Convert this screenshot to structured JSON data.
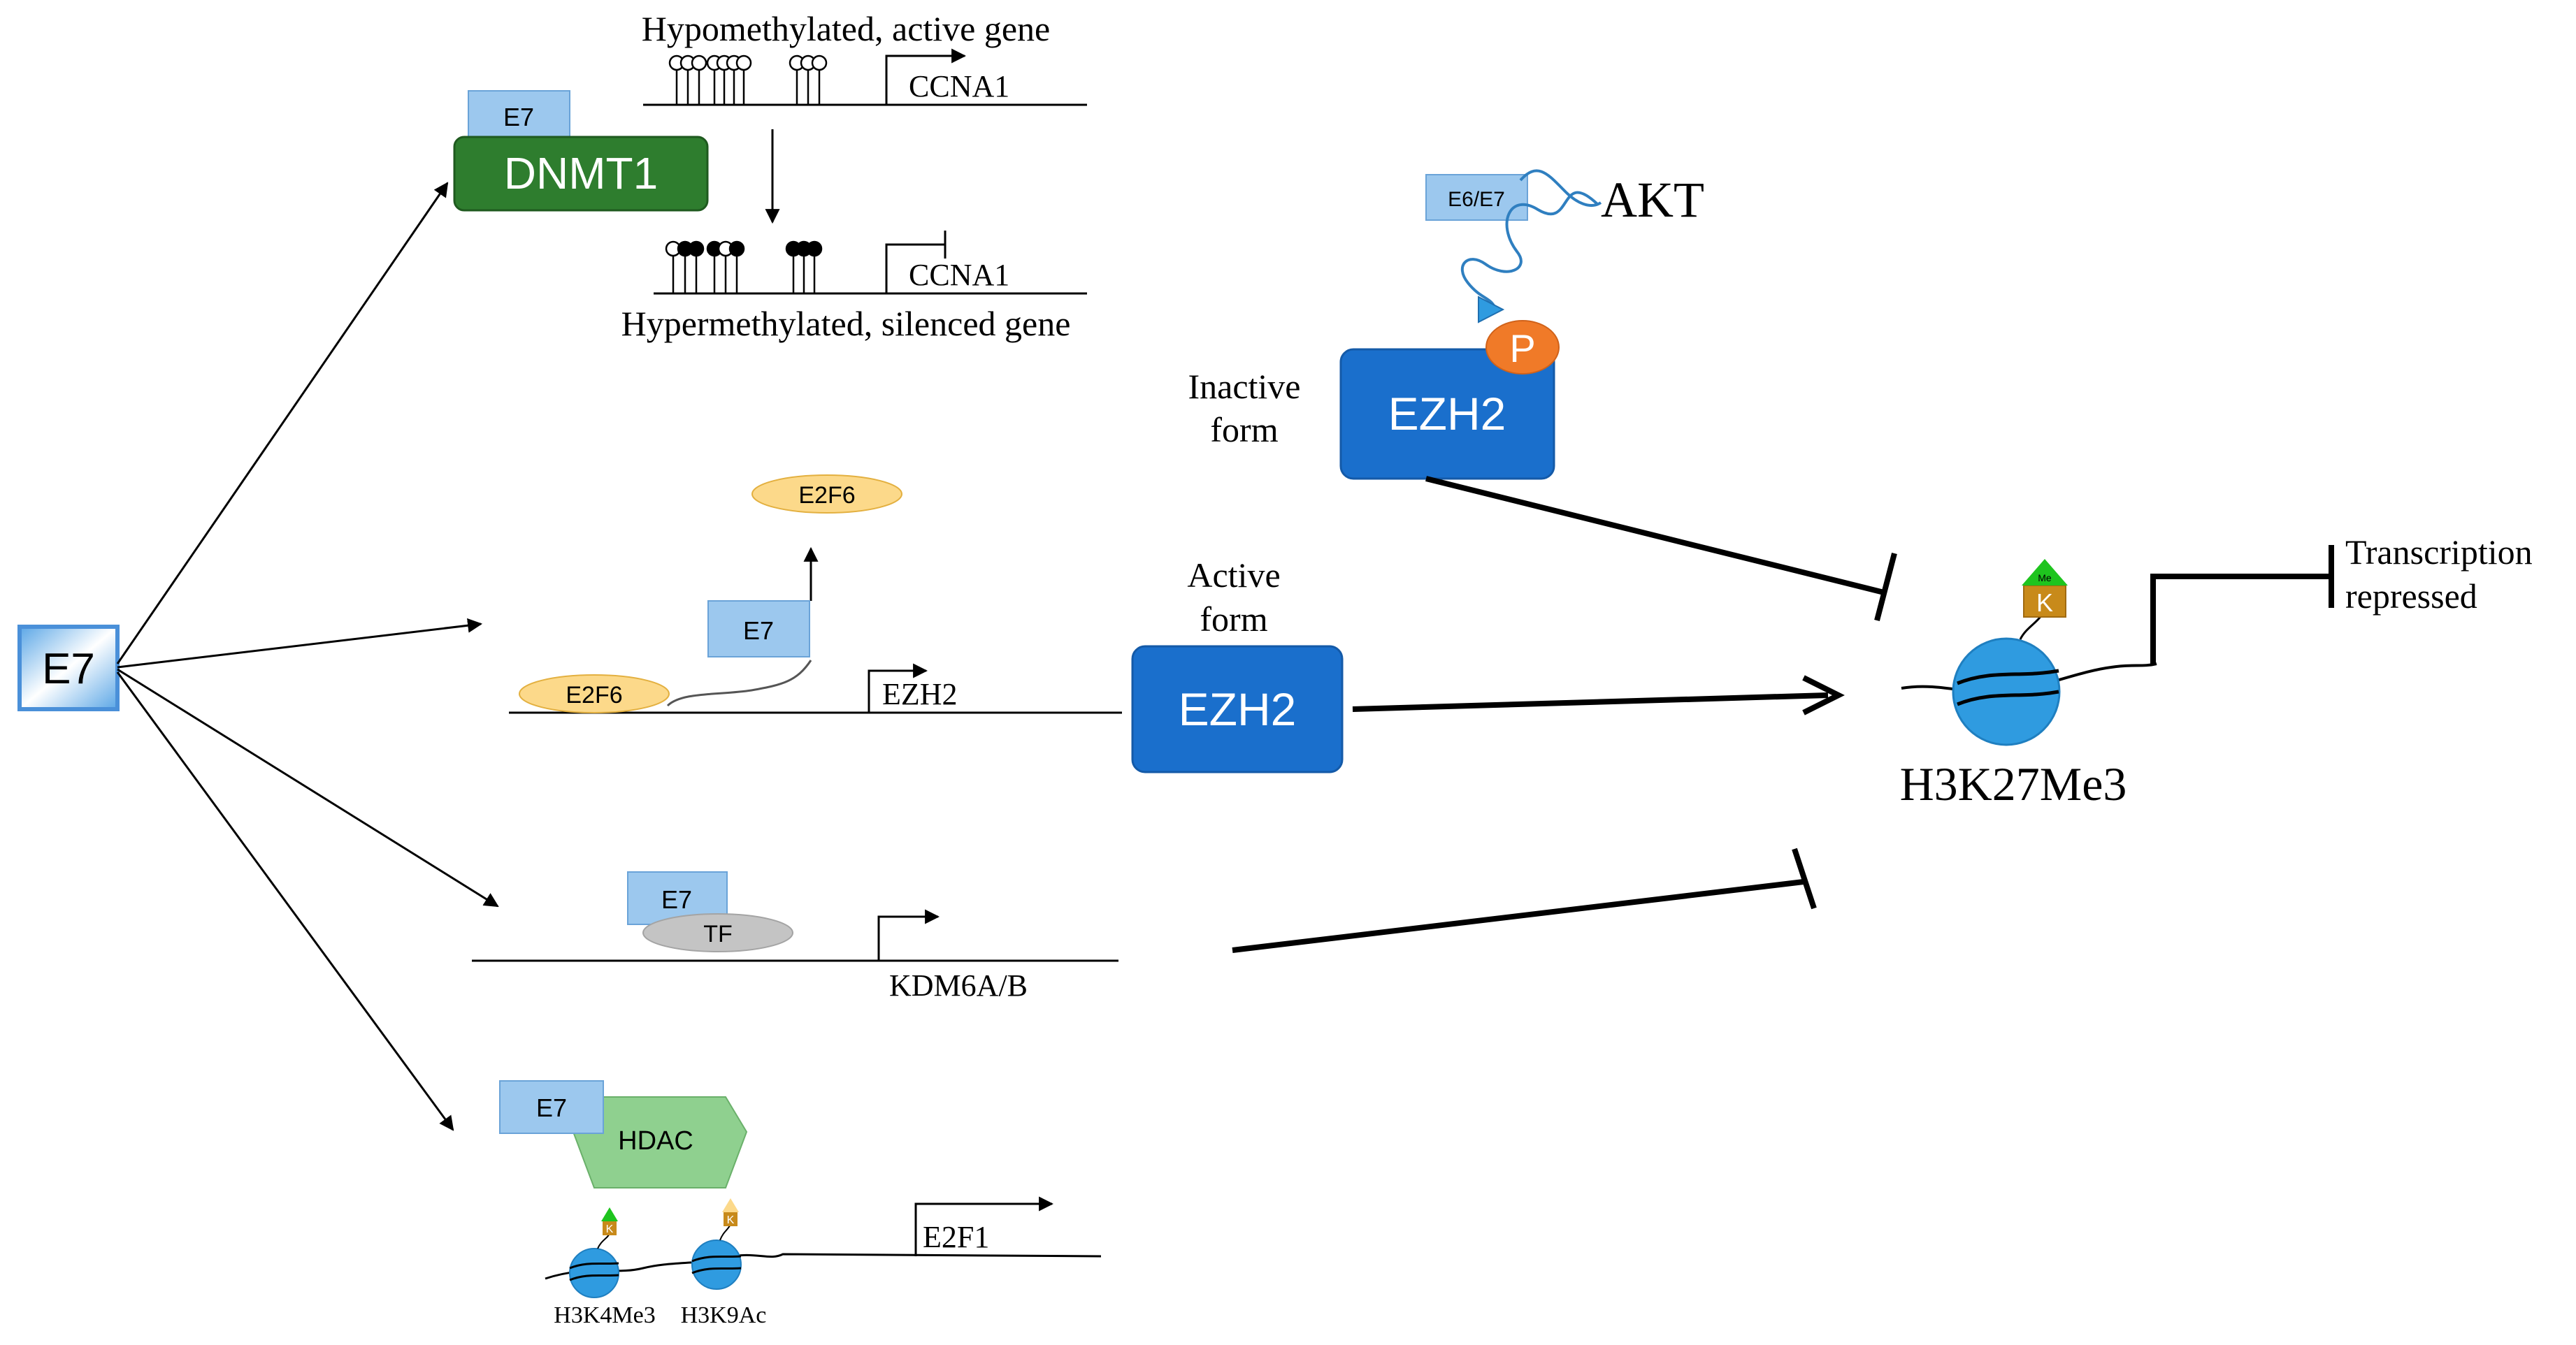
{
  "labels": {
    "e7_main": "E7",
    "hypomethylated": "Hypomethylated, active gene",
    "ccna1_top": "CCNA1",
    "ccna1_bottom": "CCNA1",
    "hypermethylated": "Hypermethylated, silenced gene",
    "e7_dnmt": "E7",
    "dnmt1": "DNMT1",
    "e6e7": "E6/E7",
    "akt": "AKT",
    "p": "P",
    "inactive_form": [
      "Inactive",
      "form"
    ],
    "ezh2_inactive": "EZH2",
    "e2f6_top": "E2F6",
    "e2f6_bottom": "E2F6",
    "e7_ezh2row": "E7",
    "ezh2_gene": "EZH2",
    "active_form": [
      "Active",
      "form"
    ],
    "ezh2_active": "EZH2",
    "e7_kdm": "E7",
    "tf": "TF",
    "kdm6ab": "KDM6A/B",
    "e7_hdac": "E7",
    "hdac": "HDAC",
    "e2f1": "E2F1",
    "h3k4me3": "H3K4Me3",
    "h3k9ac": "H3K9Ac",
    "k_small_1": "K",
    "k_small_2": "K",
    "k_big": "K",
    "me": "Me",
    "h3k27me3": "H3K27Me3",
    "transcription_repressed": [
      "Transcription",
      "repressed"
    ]
  },
  "colors": {
    "e7_blue": "#9cc8ee",
    "dnmt_green": "#2e7d2e",
    "ezh2_blue": "#1a6fcc",
    "e2f6_yellow": "#fcd98a",
    "tf_grey": "#c4c4c4",
    "hdac_green": "#8fd08f",
    "phospho_orange": "#f07a28",
    "nucleosome_blue": "#2f9be0",
    "me_green": "#1ec41e",
    "k_gold": "#c88a1a"
  }
}
